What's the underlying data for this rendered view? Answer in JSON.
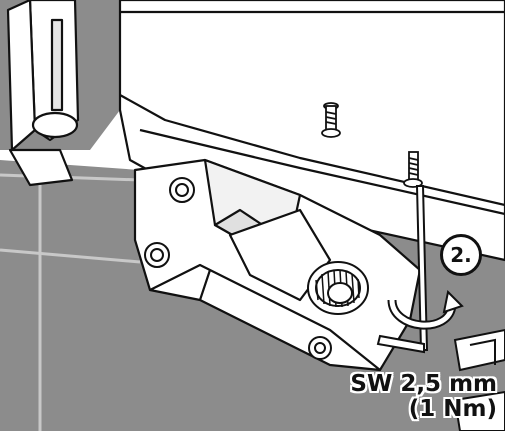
{
  "figure": {
    "step_label": "2.",
    "tool_size": "SW 2,5 mm",
    "torque": "(1 Nm)",
    "colors": {
      "background_panel": "#8c8c8c",
      "line": "#111111",
      "part_fill": "#ffffff",
      "shadow": "#d9d9d9"
    },
    "icons": [
      "screw-icon",
      "hex-key-icon",
      "rotation-arrow-icon"
    ]
  }
}
